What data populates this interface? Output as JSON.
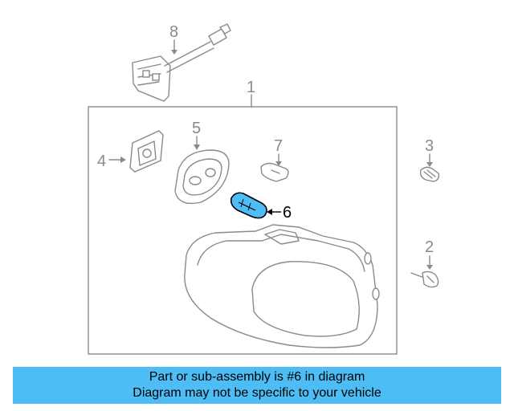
{
  "diagram": {
    "callouts": {
      "c1": "1",
      "c2": "2",
      "c3": "3",
      "c4": "4",
      "c5": "5",
      "c6": "6",
      "c7": "7",
      "c8": "8"
    },
    "highlighted_part": "6",
    "colors": {
      "line": "#8a8a8a",
      "highlight": "#4fbdf5",
      "caption_bg": "#4fbdf5"
    }
  },
  "caption": {
    "line1": "Part or sub-assembly is #6 in diagram",
    "line2": "Diagram may not be specific to your vehicle"
  }
}
